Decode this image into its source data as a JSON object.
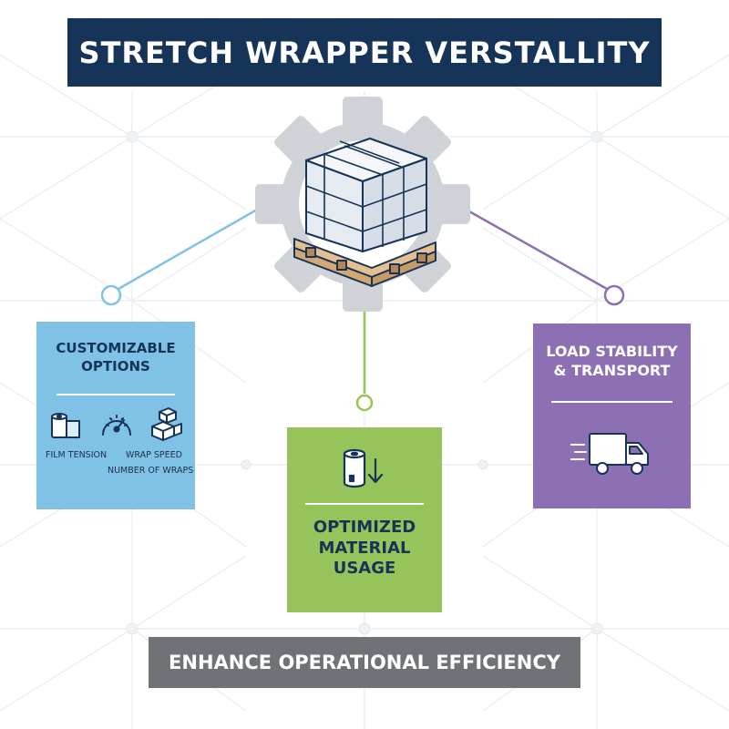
{
  "title": "STRETCH WRAPPER VERSTALLITY",
  "hub": {
    "icon": "gear-with-wrapped-pallet-icon"
  },
  "cards": {
    "customizable": {
      "title": "CUSTOMIZABLE\nOPTIONS",
      "color": "#7fc2e6",
      "labels": {
        "film_tension": "FILM TENSION",
        "wrap_speed": "WRAP SPEED",
        "number_of_wraps": "NUMBER OF WRAPS"
      },
      "icons": [
        "film-roll-icon",
        "speed-gauge-icon",
        "stacked-boxes-icon"
      ]
    },
    "material": {
      "title": "OPTIMIZED\nMATERIAL\nUSAGE",
      "color": "#96c45b",
      "icons": [
        "film-roll-down-arrow-icon"
      ]
    },
    "transport": {
      "title": "LOAD STABILITY\n& TRANSPORT",
      "color": "#8d6fb3",
      "icons": [
        "delivery-truck-icon"
      ]
    }
  },
  "footer": "ENHANCE OPERATIONAL EFFICIENCY",
  "colors": {
    "navy": "#163458",
    "gray": "#6f7378"
  }
}
